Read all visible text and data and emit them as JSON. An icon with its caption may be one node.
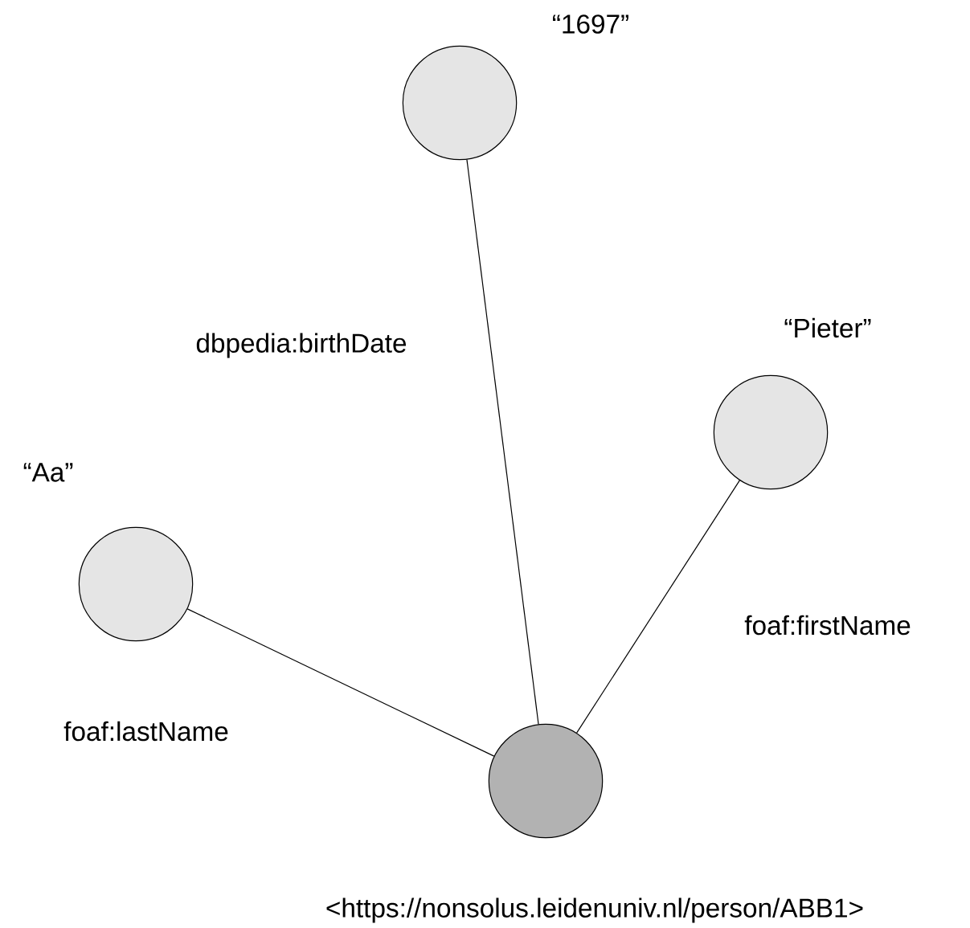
{
  "diagram": {
    "nodes": [
      {
        "text": [
          "“1697”"
        ]
      },
      {
        "text": [
          "“Pieter”"
        ]
      },
      {
        "text": [
          "“Aa”"
        ]
      },
      {
        "text": [
          "<https://nonsolus.leidenuniv.nl/person/ABB1>"
        ]
      }
    ],
    "edges": [
      {
        "from": 3,
        "to": 0,
        "arrow": "none",
        "label": "dbpedia:birthDate"
      },
      {
        "from": 3,
        "to": 1,
        "arrow": "none",
        "label": "foaf:firstName"
      },
      {
        "from": 3,
        "to": 2,
        "arrow": "none",
        "label": "foaf:lastName"
      }
    ]
  }
}
